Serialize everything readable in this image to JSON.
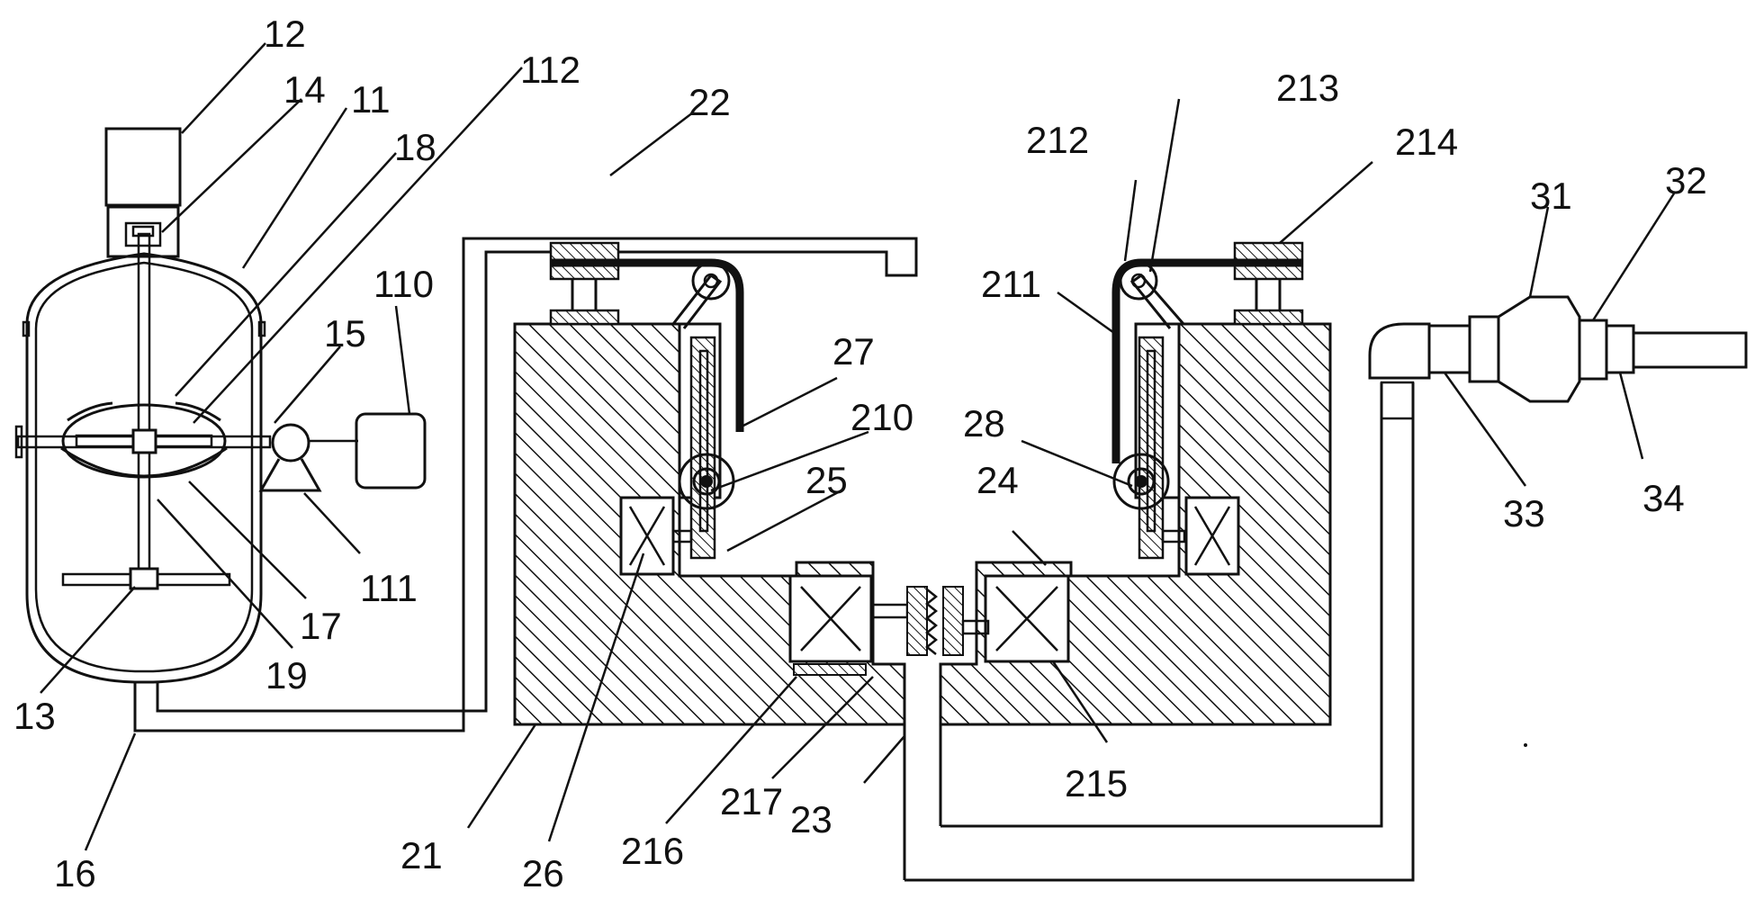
{
  "labels": {
    "l12": "12",
    "l14": "14",
    "l11": "11",
    "l18": "18",
    "l112": "112",
    "l22": "22",
    "l110": "110",
    "l15": "15",
    "l111": "111",
    "l17": "17",
    "l19": "19",
    "l13": "13",
    "l16": "16",
    "l21": "21",
    "l26": "26",
    "l216": "216",
    "l217": "217",
    "l23": "23",
    "l27": "27",
    "l210": "210",
    "l25": "25",
    "l212": "212",
    "l213": "213",
    "l214": "214",
    "l211": "211",
    "l28": "28",
    "l24": "24",
    "l215": "215",
    "l31": "31",
    "l32": "32",
    "l33": "33",
    "l34": "34"
  }
}
